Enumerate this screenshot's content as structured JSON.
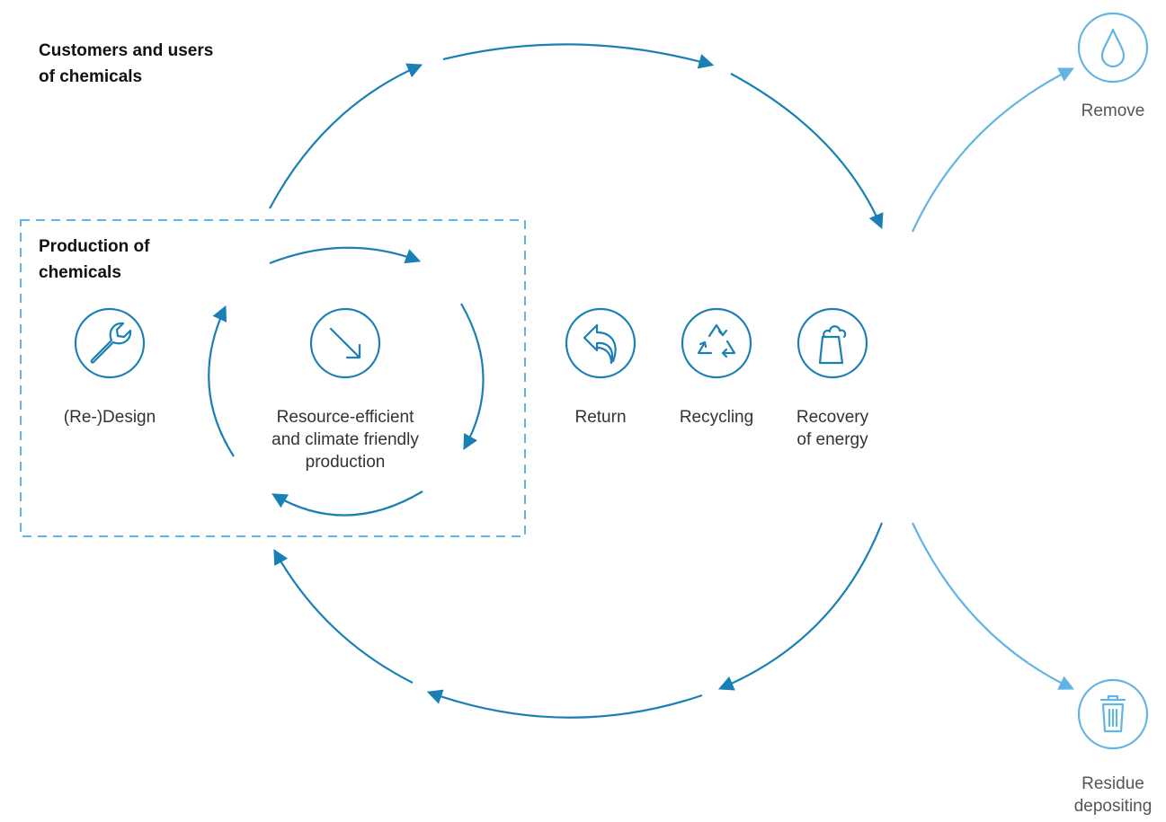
{
  "headings": {
    "customers": [
      "Customers and users",
      "of chemicals"
    ],
    "production": [
      "Production of",
      "chemicals"
    ]
  },
  "nodes": {
    "redesign": {
      "icon": "wrench-icon",
      "lines": [
        "(Re-)Design"
      ]
    },
    "resource_efficient": {
      "icon": "arrow-down-right-icon",
      "lines": [
        "Resource-efficient",
        "and climate friendly",
        "production"
      ]
    },
    "return": {
      "icon": "return-arrow-icon",
      "lines": [
        "Return"
      ]
    },
    "recycling": {
      "icon": "recycle-icon",
      "lines": [
        "Recycling"
      ]
    },
    "recovery": {
      "icon": "factory-chimney-icon",
      "lines": [
        "Recovery",
        "of energy"
      ]
    },
    "remove": {
      "icon": "water-drop-icon",
      "lines": [
        "Remove"
      ]
    },
    "residue": {
      "icon": "trash-bin-icon",
      "lines": [
        "Residue",
        "depositing"
      ]
    }
  },
  "colors": {
    "primary": "#1a7fb5",
    "light": "#62b4e3",
    "heading_text": "#111111",
    "label_text": "#333333"
  }
}
